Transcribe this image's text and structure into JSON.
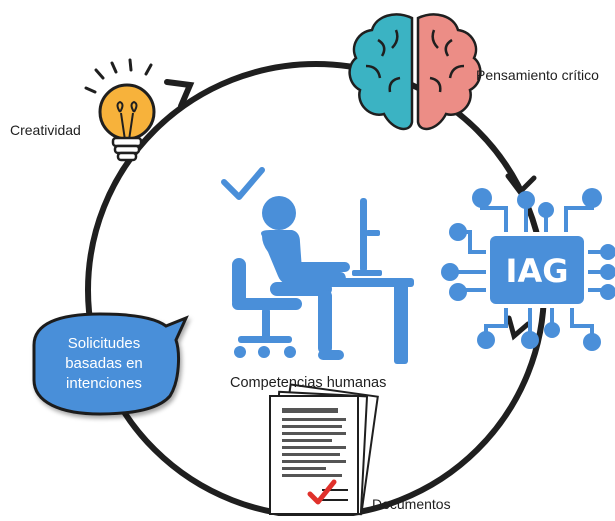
{
  "colors": {
    "ring": "#1f1f1f",
    "accent_blue": "#4a8fd9",
    "brain_left": "#3bb3c3",
    "brain_right": "#ec8d86",
    "bulb": "#f7b23b",
    "check_red": "#e0312b"
  },
  "nodes": {
    "creatividad": {
      "label": "Creatividad",
      "icon": "lightbulb-icon"
    },
    "pensamiento_critico": {
      "label": "Pensamiento crítico",
      "icon": "brain-icon"
    },
    "iag": {
      "label": "IAG",
      "icon": "chip-icon"
    },
    "documentos": {
      "label": "Documentos",
      "icon": "document-icon"
    },
    "solicitudes": {
      "lines": [
        "Solicitudes",
        "basadas en",
        "intenciones"
      ],
      "icon": "speech-bubble-icon"
    }
  },
  "center": {
    "label": "Competencias humanas",
    "icon": "person-at-desk-icon"
  }
}
